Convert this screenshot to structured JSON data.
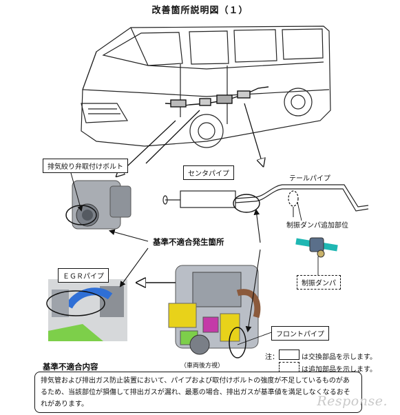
{
  "title": "改善箇所説明図（１）",
  "labels": {
    "egr_valve_bolt": "排気絞り弁取付けボルト",
    "center_pipe": "センタパイプ",
    "tail_pipe": "テールパイプ",
    "damper_add_location": "制振ダンパ追加部位",
    "nonconformity_location": "基準不適合発生箇所",
    "egr_pipe": "ＥＧＲパイプ",
    "damper": "制振ダンパ",
    "front_pipe": "フロントパイプ",
    "rear_view": "（車両後方視）"
  },
  "legend": {
    "prefix": "注：",
    "replaced": "は交換部品を示します。",
    "added": "は追加部品を示します。"
  },
  "nonconformity": {
    "heading": "基準不適合内容",
    "text": "排気管および排出ガス防止装置において、パイプおよび取付けボルトの強度が不足しているものがあるため、当該部位が損傷して排出ガスが漏れ、最悪の場合、排出ガスが基準値を満足しなくなるおそれがあります。"
  },
  "watermark": "Response.",
  "colors": {
    "engine_yellow": "#e8d21a",
    "engine_magenta": "#c43aa8",
    "pipe_blue": "#2f6fd6",
    "damper_teal": "#1fb7b3"
  }
}
